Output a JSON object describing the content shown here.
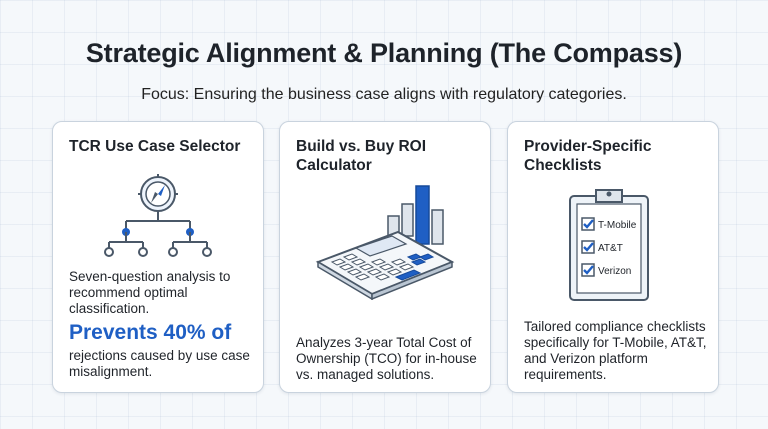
{
  "header": {
    "title": "Strategic Alignment & Planning (The Compass)",
    "subtitle": "Focus: Ensuring the business case aligns with regulatory categories."
  },
  "cards": [
    {
      "title": "TCR Use Case Selector",
      "description": "Seven-question analysis to recommend optimal classification.",
      "stat": "Prevents 40% of",
      "stat_detail": "rejections caused by use case misalignment.",
      "icon": "compass-decision-tree-icon"
    },
    {
      "title": "Build vs. Buy ROI Calculator",
      "description": "Analyzes 3-year Total Cost of Ownership (TCO) for in-house vs. managed solutions.",
      "icon": "calculator-bar-chart-icon"
    },
    {
      "title": "Provider-Specific Checklists",
      "description": "Tailored compliance checklists specifically for T-Mobile, AT&T, and Verizon platform requirements.",
      "icon": "clipboard-checklist-icon",
      "checklist": [
        "T-Mobile",
        "AT&T",
        "Verizon"
      ]
    }
  ],
  "colors": {
    "accent": "#1f5fc4",
    "card_border": "#c9d3de",
    "icon_stroke": "#4a5868"
  }
}
